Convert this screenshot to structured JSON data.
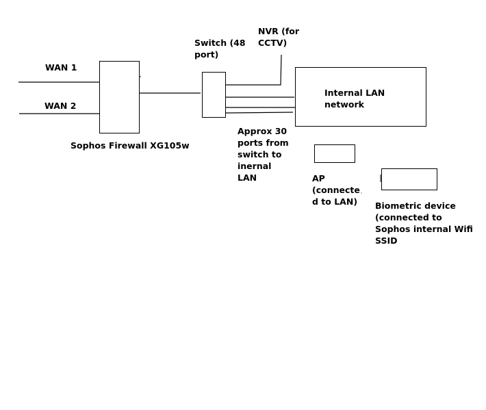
{
  "diagram": {
    "labels": {
      "wan1": "WAN 1",
      "wan2": "WAN 2",
      "firewall": "Sophos Firewall XG105w",
      "switch": [
        "Switch (48",
        "port)"
      ],
      "nvr": [
        "NVR (for",
        "CCTV)"
      ],
      "lan": [
        "Internal LAN",
        "network"
      ],
      "ports_note": [
        "Approx 30",
        "ports from",
        "switch to",
        "inernal",
        "LAN"
      ],
      "ap": [
        "AP",
        "(connecte",
        "d to LAN)"
      ],
      "biometric": [
        "Biometric device",
        "(connected to",
        "Sophos internal Wifi",
        "SSID"
      ]
    },
    "colors": {
      "stroke": "#000000",
      "background": "#ffffff"
    },
    "nodes": [
      "WAN 1",
      "WAN 2",
      "Sophos Firewall XG105w",
      "Switch (48 port)",
      "NVR (for CCTV)",
      "Internal LAN network",
      "AP (connected to LAN)",
      "Biometric device"
    ],
    "connections": [
      {
        "from": "WAN 1",
        "to": "Sophos Firewall XG105w"
      },
      {
        "from": "WAN 2",
        "to": "Sophos Firewall XG105w"
      },
      {
        "from": "Sophos Firewall XG105w",
        "to": "Switch (48 port)"
      },
      {
        "from": "Switch (48 port)",
        "to": "NVR (for CCTV)"
      },
      {
        "from": "Switch (48 port)",
        "to": "Internal LAN network"
      },
      {
        "from": "Switch (48 port)",
        "to": "Internal LAN network"
      },
      {
        "from": "Switch (48 port)",
        "to": "Internal LAN network"
      }
    ]
  }
}
